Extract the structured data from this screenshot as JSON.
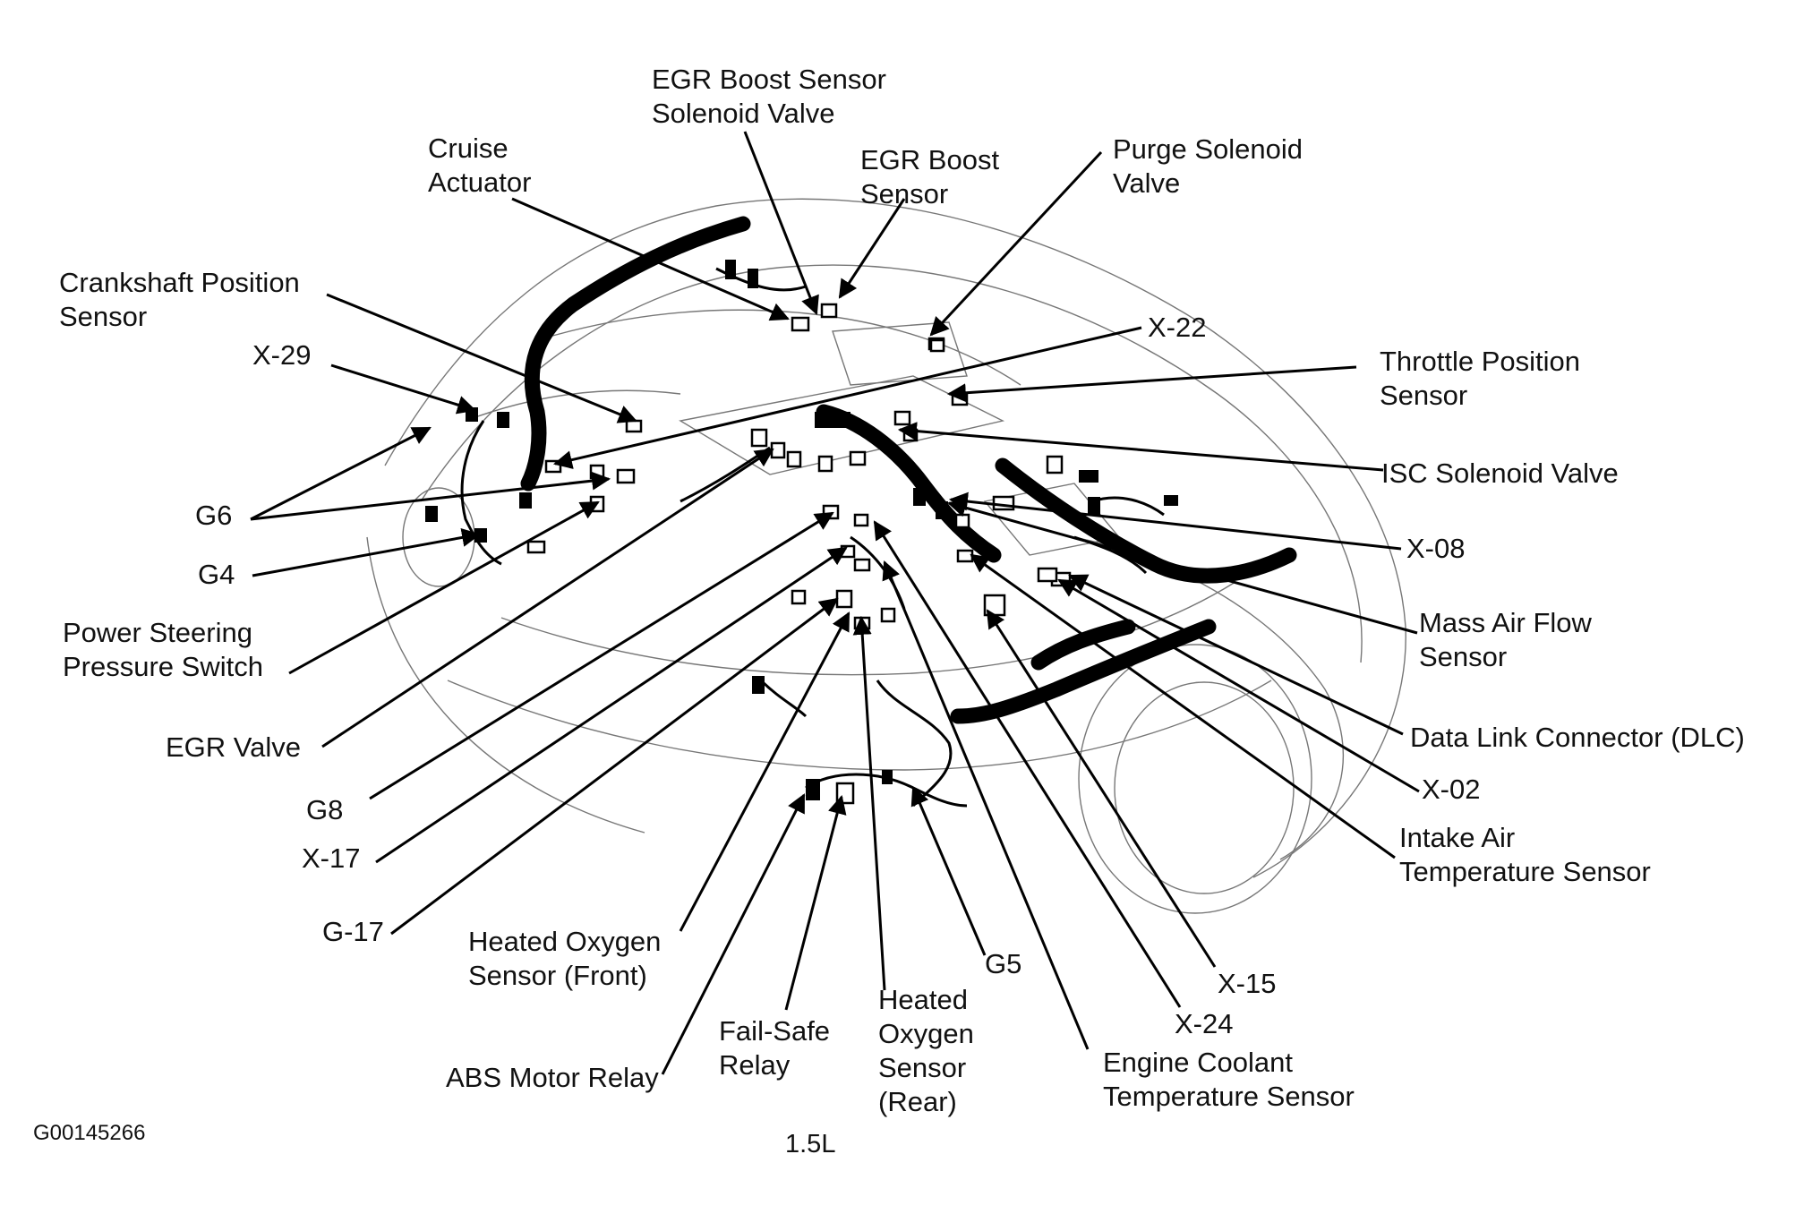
{
  "labels": {
    "egr_boost_sensor_solenoid_valve": [
      "EGR Boost Sensor",
      "Solenoid Valve"
    ],
    "cruise_actuator": [
      "Cruise",
      "Actuator"
    ],
    "egr_boost_sensor": [
      "EGR Boost",
      "Sensor"
    ],
    "purge_solenoid_valve": [
      "Purge Solenoid",
      "Valve"
    ],
    "crankshaft_position_sensor": [
      "Crankshaft Position",
      "Sensor"
    ],
    "x22": [
      "X-22"
    ],
    "x29": [
      "X-29"
    ],
    "throttle_position_sensor": [
      "Throttle Position",
      "Sensor"
    ],
    "isc_solenoid_valve": [
      "ISC Solenoid Valve"
    ],
    "g6": [
      "G6"
    ],
    "x08": [
      "X-08"
    ],
    "g4": [
      "G4"
    ],
    "mass_air_flow_sensor": [
      "Mass Air Flow",
      "Sensor"
    ],
    "power_steering_pressure_switch": [
      "Power Steering",
      "Pressure Switch"
    ],
    "data_link_connector": [
      "Data Link Connector (DLC)"
    ],
    "egr_valve": [
      "EGR Valve"
    ],
    "x02": [
      "X-02"
    ],
    "g8": [
      "G8"
    ],
    "intake_air_temperature_sensor": [
      "Intake Air",
      "Temperature Sensor"
    ],
    "x17": [
      "X-17"
    ],
    "g17": [
      "G-17"
    ],
    "heated_oxygen_sensor_front": [
      "Heated Oxygen",
      "Sensor (Front)"
    ],
    "g5": [
      "G5"
    ],
    "x15": [
      "X-15"
    ],
    "heated_oxygen_sensor_rear": [
      "Heated",
      "Oxygen",
      "Sensor",
      "(Rear)"
    ],
    "x24": [
      "X-24"
    ],
    "fail_safe_relay": [
      "Fail-Safe",
      "Relay"
    ],
    "abs_motor_relay": [
      "ABS Motor Relay"
    ],
    "engine_coolant_temperature_sensor": [
      "Engine Coolant",
      "Temperature Sensor"
    ]
  },
  "figure_id": "G00145266",
  "engine": "1.5L"
}
